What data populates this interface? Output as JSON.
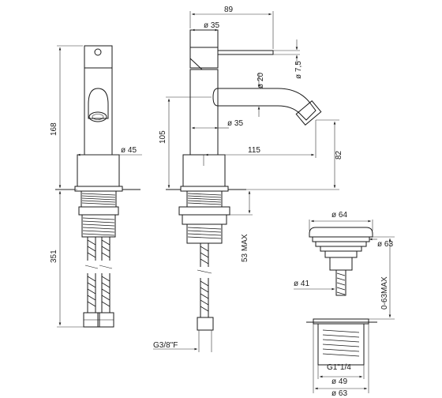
{
  "drawing": {
    "labels": {
      "front_height_168": "168",
      "front_length_351": "351",
      "front_dia_45": "ø 45",
      "side_total_89": "89",
      "side_dia_35_top": "ø 35",
      "side_dia_7_5": "ø 7,5",
      "side_dia_20": "ø 20",
      "side_dia_35_body": "ø 35",
      "side_105": "105",
      "side_115": "115",
      "side_82": "82",
      "side_53_max": "53 MAX",
      "side_thread": "G3/8\"F",
      "waste_dia_64": "ø 64",
      "waste_dia_63_top": "ø 63",
      "waste_dia_41": "ø 41",
      "waste_0_63max": "0-63MAX",
      "waste_thread": "G1\"1/4",
      "waste_dia_49": "ø 49",
      "waste_dia_63_bottom": "ø 63"
    }
  }
}
